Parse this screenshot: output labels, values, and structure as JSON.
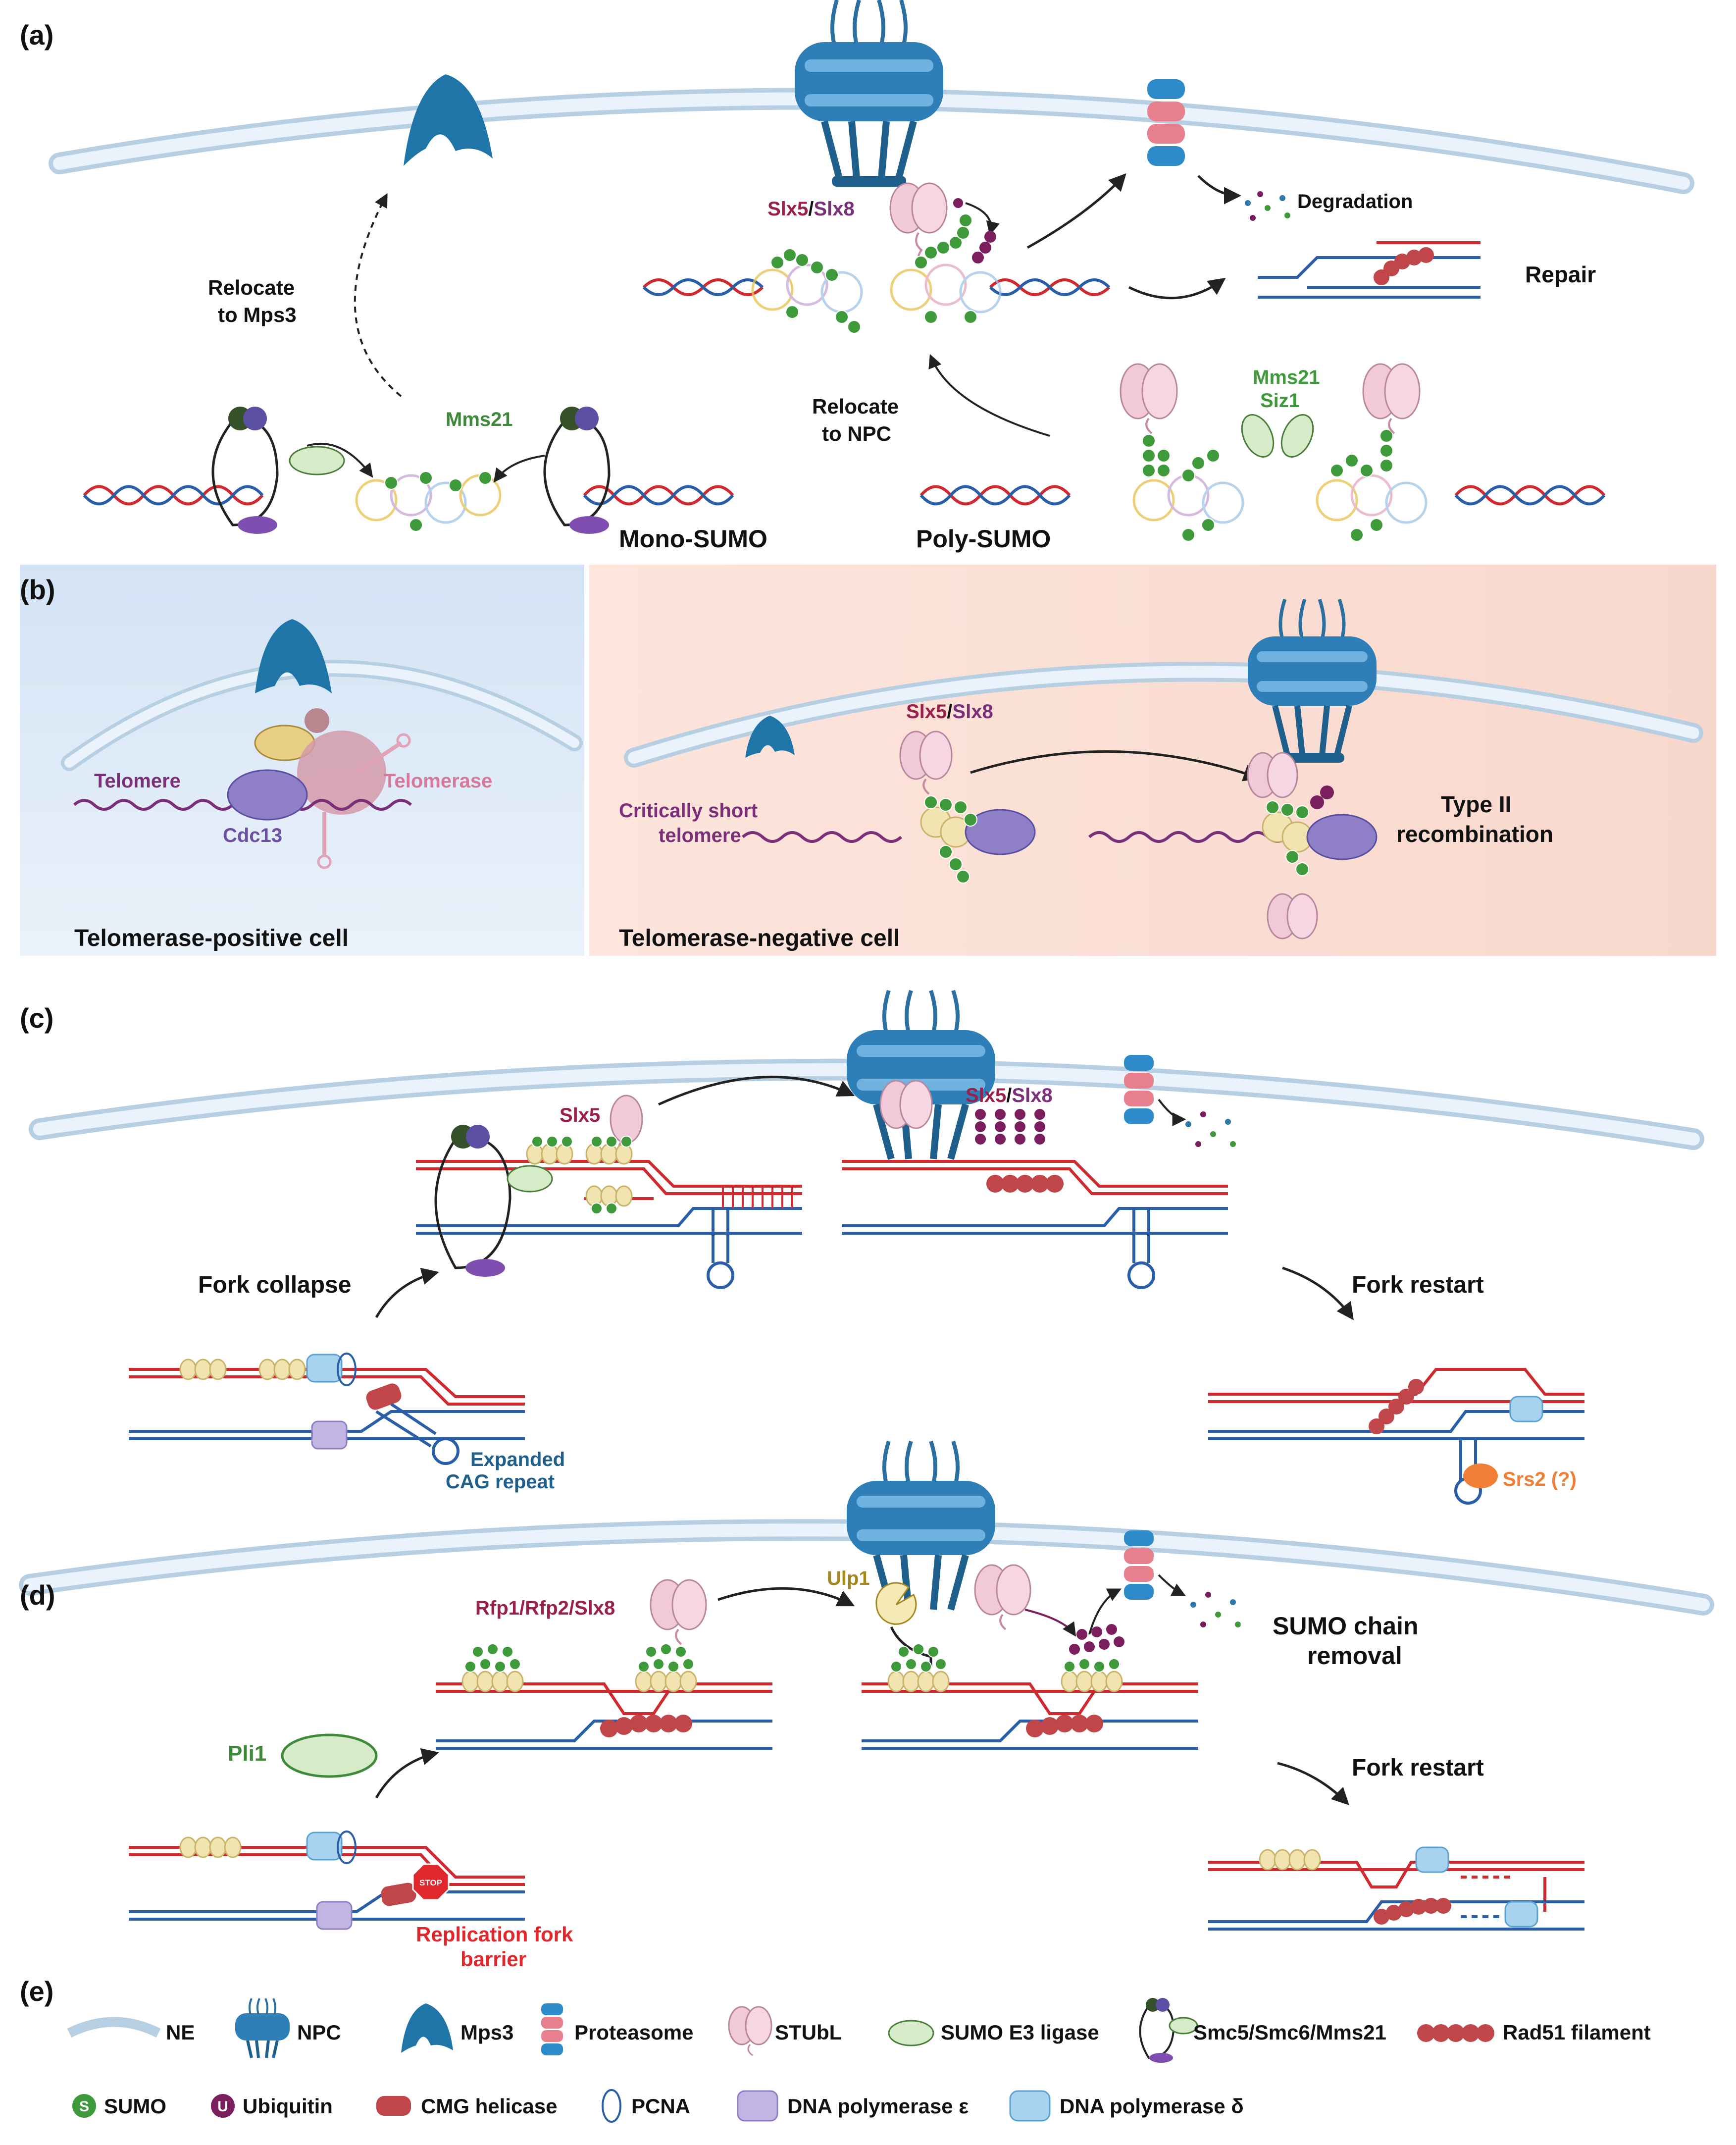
{
  "panels": {
    "a": "(a)",
    "b": "(b)",
    "c": "(c)",
    "d": "(d)",
    "e": "(e)"
  },
  "colors": {
    "dna_red": "#cf2a2f",
    "dna_blue": "#2a5fa8",
    "sumo_green": "#3e9a3b",
    "stubl_pink": "#f2c9d8",
    "ubiquitin_purple": "#7a1e5e",
    "npc_blue": "#2e7fb8",
    "mps3_blue": "#1f74a8",
    "ne_blue": "#c9ddef",
    "telomere_purple": "#7a2f78",
    "rad51_red": "#c0464a",
    "panel_b_left_bg": "#dde9f6",
    "panel_b_right_bg": "#fbe3da"
  },
  "panel_a": {
    "slx5_slx8_slx5": "Slx5",
    "slx5_slx8_sep": "/",
    "slx5_slx8_slx8": "Slx8",
    "degradation": "Degradation",
    "repair": "Repair",
    "relocate_mps3_1": "Relocate",
    "relocate_mps3_2": "to Mps3",
    "relocate_npc_1": "Relocate",
    "relocate_npc_2": "to NPC",
    "mms21": "Mms21",
    "mms21_siz1_1": "Mms21",
    "mms21_siz1_2": "Siz1",
    "mono_sumo": "Mono-SUMO",
    "poly_sumo": "Poly-SUMO"
  },
  "panel_b": {
    "telomere": "Telomere",
    "telomerase": "Telomerase",
    "cdc13": "Cdc13",
    "telomerase_positive": "Telomerase-positive cell",
    "telomerase_negative": "Telomerase-negative cell",
    "slx5": "Slx5",
    "sep": "/",
    "slx8": "Slx8",
    "critically_short_1": "Critically short",
    "critically_short_2": "telomere",
    "type_ii_1": "Type II",
    "type_ii_2": "recombination"
  },
  "panel_c": {
    "slx5": "Slx5",
    "slx5b": "Slx5",
    "sep": "/",
    "slx8": "Slx8",
    "fork_collapse": "Fork collapse",
    "fork_restart": "Fork restart",
    "expanded_1": "Expanded",
    "expanded_2": "CAG repeat",
    "srs2": "Srs2 (?)"
  },
  "panel_d": {
    "rfp": "Rfp1/Rfp2/Slx8",
    "ulp1": "Ulp1",
    "sumo_chain_1": "SUMO chain",
    "sumo_chain_2": "removal",
    "pli1": "Pli1",
    "fork_restart": "Fork restart",
    "rfb_1": "Replication fork",
    "rfb_2": "barrier",
    "stop": "STOP"
  },
  "legend": {
    "row1": [
      {
        "icon": "ne-icon",
        "label": "NE"
      },
      {
        "icon": "npc-icon",
        "label": "NPC"
      },
      {
        "icon": "mps3-icon",
        "label": "Mps3"
      },
      {
        "icon": "proteasome-icon",
        "label": "Proteasome"
      },
      {
        "icon": "stubl-icon",
        "label": "STUbL"
      },
      {
        "icon": "sumo-e3-ligase-icon",
        "label": "SUMO E3 ligase"
      },
      {
        "icon": "smc5-smc6-mms21-icon",
        "label": "Smc5/Smc6/Mms21"
      },
      {
        "icon": "rad51-filament-icon",
        "label": "Rad51 filament"
      }
    ],
    "row2": [
      {
        "icon": "sumo-icon",
        "label": "SUMO",
        "glyph": "S"
      },
      {
        "icon": "ubiquitin-icon",
        "label": "Ubiquitin",
        "glyph": "U"
      },
      {
        "icon": "cmg-helicase-icon",
        "label": "CMG helicase"
      },
      {
        "icon": "pcna-icon",
        "label": "PCNA"
      },
      {
        "icon": "dna-polymerase-epsilon-icon",
        "label": "DNA polymerase ε"
      },
      {
        "icon": "dna-polymerase-delta-icon",
        "label": "DNA polymerase δ"
      }
    ]
  }
}
